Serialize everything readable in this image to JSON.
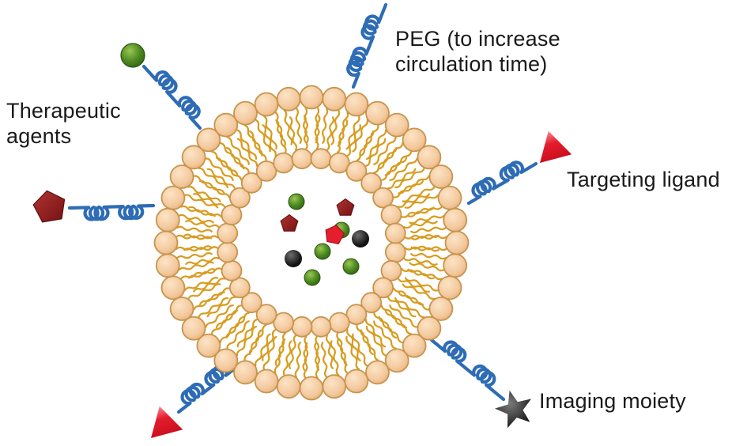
{
  "diagram": {
    "subject": "PEGylated liposome nanocarrier schematic",
    "labels": {
      "peg": "PEG (to increase\ncirculation time)",
      "therapeutic_agents": "Therapeutic\nagents",
      "targeting_ligand": "Targeting ligand",
      "imaging_moiety": "Imaging moiety"
    },
    "membrane": {
      "outer_heads": 40,
      "inner_heads": 28
    },
    "cargo": {
      "green_spheres": 5,
      "black_spheres": 2,
      "dark_red_pentagons": 2,
      "bright_red_pentagons": 1
    },
    "attachments": [
      {
        "icon": "peg-chain",
        "label_key": "peg"
      },
      {
        "icon": "green-sphere-icon",
        "label_key": "therapeutic_agents"
      },
      {
        "icon": "red-pentagon-icon",
        "label_key": "therapeutic_agents"
      },
      {
        "icon": "red-triangle-icon",
        "label_key": "targeting_ligand"
      },
      {
        "icon": "black-star-icon",
        "label_key": "imaging_moiety"
      }
    ],
    "colors": {
      "background": "#ffffff",
      "lipid_head": "#f3c99e",
      "lipid_head_stroke": "#c8944c",
      "lipid_tail": "#d89c1e",
      "peg_chain": "#2e6cb5",
      "green_agent": "#4c8a21",
      "dark_red_agent": "#8e1f1f",
      "bright_red": "#e41e2d",
      "black": "#1c1c1c",
      "text": "#1a1a1a"
    }
  }
}
